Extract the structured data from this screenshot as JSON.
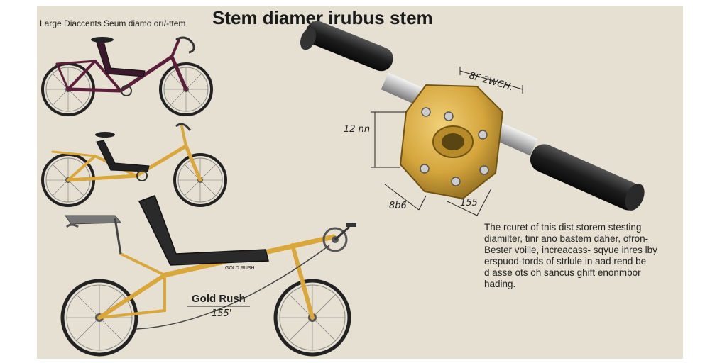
{
  "header": {
    "small_title": "Large Diaccents Seum diamo orı/-ttem",
    "large_title": "Stem diamer irubus stem"
  },
  "stem_diagram": {
    "top_dimension": "8F 2WCH.",
    "left_dimension": "12 nn",
    "bottom_left_dimension": "8b6",
    "bottom_right_dimension": "155"
  },
  "description": {
    "lines": [
      "The rcuret of tnis dist storem stesting",
      "diamilter, tinr ano bastem daher, ofron-",
      "Bester voille, increacass- sqyue inres lby",
      "erspuod-tords of strlule in aad rend be",
      "d asse ots oh sancus ghift enonmbor",
      "hading."
    ]
  },
  "bikes": {
    "gold_label": "Gold Rush",
    "gold_dimension": "155'",
    "frame_text": "GOLD RUSH"
  },
  "colors": {
    "background": "#e6e0d2",
    "maroon_frame": "#5b1f3a",
    "gold_frame": "#d9a73a",
    "stem_gold": "#d4a53c",
    "grip": "#1e1e1e",
    "bar": "#c9c9c9"
  }
}
